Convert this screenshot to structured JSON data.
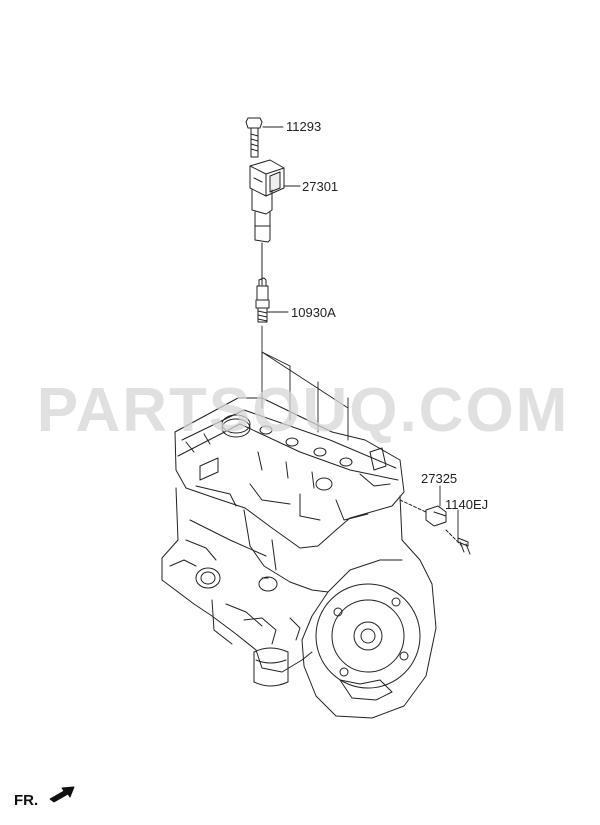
{
  "watermark": "PARTSOUQ.COM",
  "orientation": {
    "label": "FR.",
    "icon": "front-direction-arrow-icon"
  },
  "parts": [
    {
      "id": "bolt",
      "number": "11293"
    },
    {
      "id": "ignition-coil",
      "number": "27301"
    },
    {
      "id": "spark-plug",
      "number": "10930A"
    },
    {
      "id": "sensor",
      "number": "27325"
    },
    {
      "id": "sensor-bolt",
      "number": "1140EJ"
    }
  ],
  "colors": {
    "ink": "#222222",
    "watermark": "#d6d6d6",
    "background": "#ffffff"
  }
}
